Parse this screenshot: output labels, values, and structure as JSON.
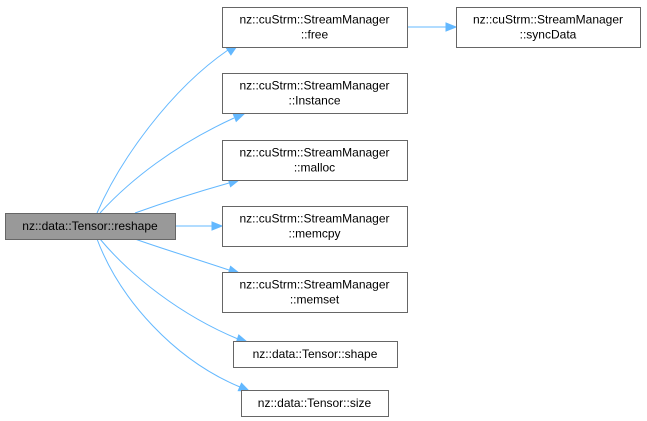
{
  "graph": {
    "nodes": [
      {
        "id": "reshape",
        "lines": [
          "nz::data::Tensor::reshape"
        ],
        "root": true
      },
      {
        "id": "free",
        "lines": [
          "nz::cuStrm::StreamManager",
          "::free"
        ]
      },
      {
        "id": "syncData",
        "lines": [
          "nz::cuStrm::StreamManager",
          "::syncData"
        ]
      },
      {
        "id": "instance",
        "lines": [
          "nz::cuStrm::StreamManager",
          "::Instance"
        ]
      },
      {
        "id": "malloc",
        "lines": [
          "nz::cuStrm::StreamManager",
          "::malloc"
        ]
      },
      {
        "id": "memcpy",
        "lines": [
          "nz::cuStrm::StreamManager",
          "::memcpy"
        ]
      },
      {
        "id": "memset",
        "lines": [
          "nz::cuStrm::StreamManager",
          "::memset"
        ]
      },
      {
        "id": "shape",
        "lines": [
          "nz::data::Tensor::shape"
        ]
      },
      {
        "id": "size",
        "lines": [
          "nz::data::Tensor::size"
        ]
      }
    ],
    "edges": [
      {
        "from": "reshape",
        "to": "free"
      },
      {
        "from": "reshape",
        "to": "instance"
      },
      {
        "from": "reshape",
        "to": "malloc"
      },
      {
        "from": "reshape",
        "to": "memcpy"
      },
      {
        "from": "reshape",
        "to": "memset"
      },
      {
        "from": "reshape",
        "to": "shape"
      },
      {
        "from": "reshape",
        "to": "size"
      },
      {
        "from": "free",
        "to": "syncData"
      }
    ],
    "colors": {
      "edge": "#63b8ff",
      "node_border": "#666666",
      "root_fill": "#999999",
      "node_fill": "#ffffff",
      "text": "#000000"
    }
  }
}
